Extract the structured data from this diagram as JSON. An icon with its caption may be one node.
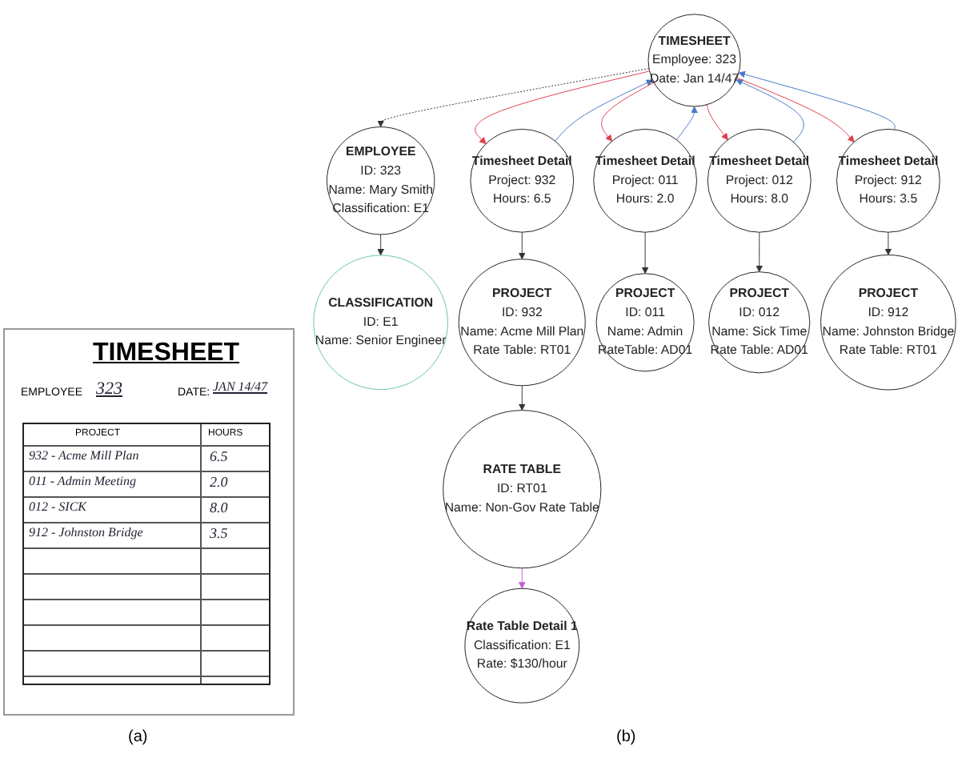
{
  "diagram": {
    "nodes": [
      {
        "text": [
          "TIMESHEET",
          "Employee: 323",
          "Date: Jan 14/47"
        ]
      },
      {
        "text": [
          "EMPLOYEE",
          "ID: 323",
          "Name: Mary Smith",
          "Classification: E1"
        ]
      },
      {
        "text": [
          "CLASSIFICATION",
          "ID: E1",
          "Name: Senior Engineer"
        ]
      },
      {
        "text": [
          "Timesheet Detail",
          "Project: 932",
          "Hours: 6.5"
        ]
      },
      {
        "text": [
          "Timesheet Detail",
          "Project: 011",
          "Hours: 2.0"
        ]
      },
      {
        "text": [
          "Timesheet Detail",
          "Project: 012",
          "Hours: 8.0"
        ]
      },
      {
        "text": [
          "Timesheet Detail",
          "Project: 912",
          "Hours: 3.5"
        ]
      },
      {
        "text": [
          "PROJECT",
          "ID: 932",
          "Name: Acme Mill Plan",
          "Rate Table: RT01"
        ]
      },
      {
        "text": [
          "PROJECT",
          "ID: 011",
          "Name: Admin",
          "RateTable: AD01"
        ]
      },
      {
        "text": [
          "PROJECT",
          "ID: 012",
          "Name: Sick Time",
          "Rate Table: AD01"
        ]
      },
      {
        "text": [
          "PROJECT",
          "ID: 912",
          "Name: Johnston Bridge",
          "Rate Table: RT01"
        ]
      },
      {
        "text": [
          "RATE TABLE",
          "ID: RT01",
          "Name: Non-Gov Rate Table"
        ]
      },
      {
        "text": [
          "Rate Table Detail 1",
          "Classification: E1",
          "Rate: $130/hour"
        ]
      }
    ],
    "edges": [
      {
        "from": 0,
        "to": 1,
        "arrow": "to",
        "style": "dashed"
      },
      {
        "from": 1,
        "to": 2,
        "arrow": "to"
      },
      {
        "from": 3,
        "to": 0,
        "arrow": "to",
        "color": "#4a78c8"
      },
      {
        "from": 0,
        "to": 3,
        "arrow": "to",
        "color": "#e0404f"
      },
      {
        "from": 4,
        "to": 0,
        "arrow": "to",
        "color": "#4a78c8"
      },
      {
        "from": 0,
        "to": 4,
        "arrow": "to",
        "color": "#e0404f"
      },
      {
        "from": 5,
        "to": 0,
        "arrow": "to",
        "color": "#4a78c8"
      },
      {
        "from": 0,
        "to": 5,
        "arrow": "to",
        "color": "#e0404f"
      },
      {
        "from": 6,
        "to": 0,
        "arrow": "to",
        "color": "#4a78c8"
      },
      {
        "from": 0,
        "to": 6,
        "arrow": "to",
        "color": "#e0404f"
      },
      {
        "from": 3,
        "to": 7,
        "arrow": "to"
      },
      {
        "from": 4,
        "to": 8,
        "arrow": "to"
      },
      {
        "from": 5,
        "to": 9,
        "arrow": "to"
      },
      {
        "from": 6,
        "to": 10,
        "arrow": "to"
      },
      {
        "from": 7,
        "to": 11,
        "arrow": "to"
      },
      {
        "from": 11,
        "to": 12,
        "arrow": "to",
        "color": "#c060d0"
      }
    ],
    "labels": [
      "TIMESHEET",
      "EMPLOYEE",
      "323",
      "DATE:",
      "JAN 14/47",
      "PROJECT",
      "HOURS",
      "932 - Acme Mill Plan",
      "6.5",
      "011 - Admin Meeting",
      "2.0",
      "012 - SICK",
      "8.0",
      "912 - Johnston Bridge",
      "3.5",
      "(a)",
      "(b)"
    ]
  }
}
